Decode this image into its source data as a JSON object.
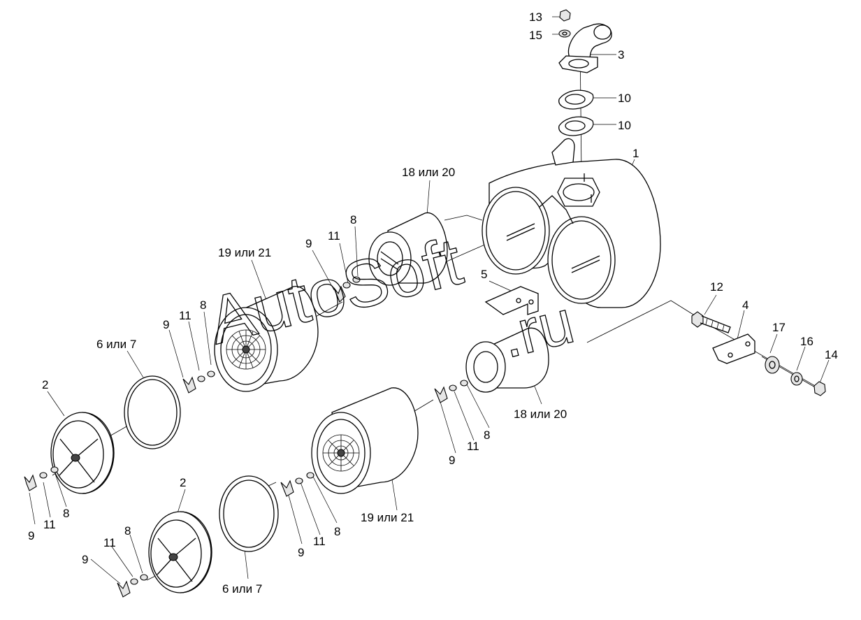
{
  "watermark": {
    "line1": "AutoSoft",
    "line2": ".ru"
  },
  "labels": {
    "l13": "13",
    "l15": "15",
    "l3": "3",
    "l10a": "10",
    "l10b": "10",
    "l1": "1",
    "l18top": "18 или 20",
    "l19top": "19 или 21",
    "l8a": "8",
    "l11a": "11",
    "l9a": "9",
    "l8b": "8",
    "l11b": "11",
    "l9b": "9",
    "l6top": "6 или 7",
    "l2top": "2",
    "l9c": "9",
    "l11c": "11",
    "l8c": "8",
    "l5": "5",
    "l12": "12",
    "l4": "4",
    "l17": "17",
    "l16": "16",
    "l14": "14",
    "l18bot": "18 или 20",
    "l9d": "9",
    "l11d": "11",
    "l8d": "8",
    "l19bot": "19 или 21",
    "l9e": "9",
    "l11e": "11",
    "l8e": "8",
    "l2bot": "2",
    "l9f": "9",
    "l11f": "11",
    "l8f": "8",
    "l6bot": "6 или 7"
  }
}
